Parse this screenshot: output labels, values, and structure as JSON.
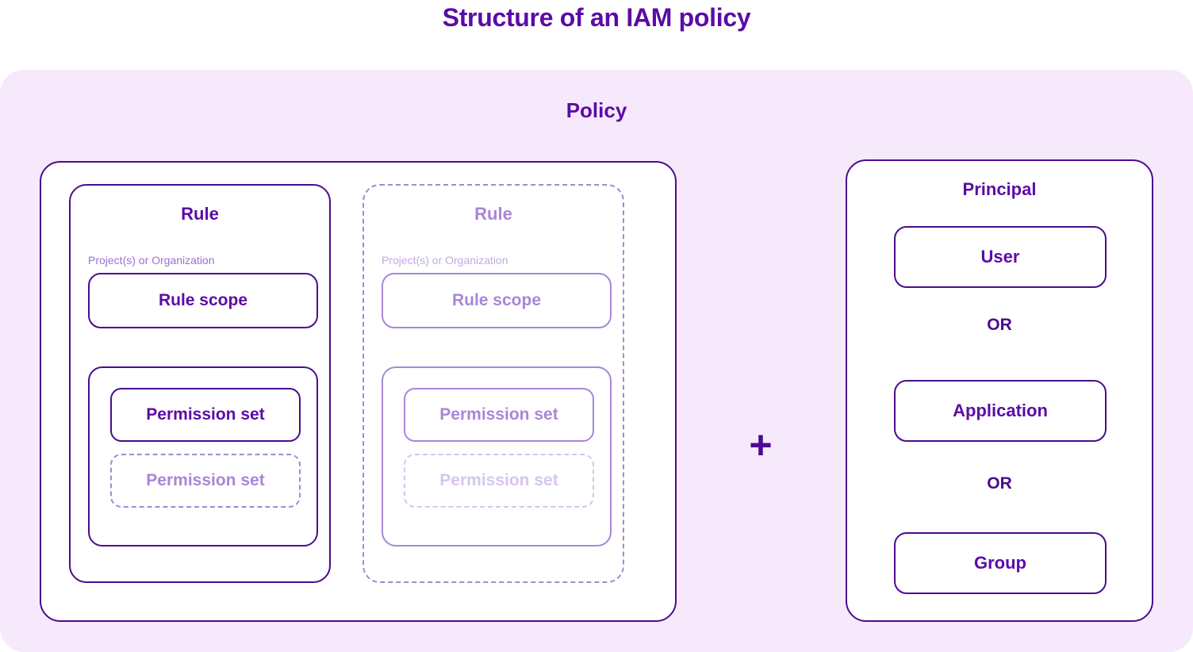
{
  "title": "Structure of an IAM policy",
  "colors": {
    "deep_purple": "#4B0B8F",
    "title_purple": "#5B0BA6",
    "mid_purple": "#A886D8",
    "light_purple": "#D6C5EE",
    "label_purple": "#9B6FD2",
    "band_background": "#F6E9FC",
    "card_background": "#FFFFFF"
  },
  "policy": {
    "heading": "Policy",
    "rules": [
      {
        "title": "Rule",
        "scope_label": "Project(s) or Organization",
        "scope_box": "Rule scope",
        "permission_sets": [
          "Permission set",
          "Permission set"
        ],
        "state": "solid"
      },
      {
        "title": "Rule",
        "scope_label": "Project(s) or Organization",
        "scope_box": "Rule scope",
        "permission_sets": [
          "Permission set",
          "Permission set"
        ],
        "state": "ghost"
      }
    ]
  },
  "connector": {
    "symbol": "+",
    "icon_name": "plus-icon"
  },
  "principal": {
    "title": "Principal",
    "items": [
      "User",
      "Application",
      "Group"
    ],
    "separators": [
      "OR",
      "OR"
    ]
  }
}
